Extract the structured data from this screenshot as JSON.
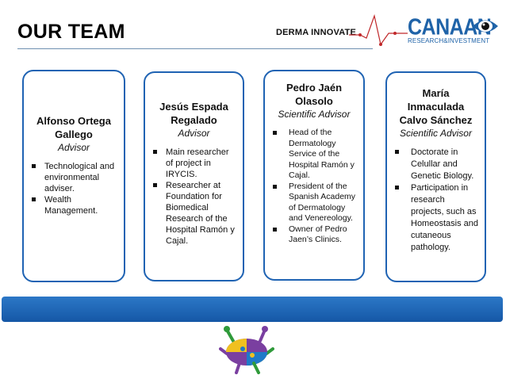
{
  "header": {
    "title": "OUR TEAM",
    "derma_logo_text": "DERMA INNOVATE",
    "canaan_logo_text": "CANAAN",
    "canaan_sub_text": "RESEARCH&INVESTMENT"
  },
  "members": [
    {
      "name": "Alfonso Ortega Gallego",
      "role": "Advisor",
      "bullets": [
        "Technological and environmental adviser.",
        "Wealth Management."
      ]
    },
    {
      "name": "Jesús Espada Regalado",
      "role": "Advisor",
      "bullets": [
        "Main researcher of project in IRYCIS.",
        "Researcher at Foundation for Biomedical Research of the Hospital Ramón y Cajal."
      ]
    },
    {
      "name": "Pedro Jaén Olasolo",
      "role": "Scientific  Advisor",
      "bullets": [
        "Head of the Dermatology Service of the Hospital Ramón y Cajal.",
        "President of the Spanish Academy of Dermatology and Venereology.",
        "Owner of Pedro Jaen’s Clinics."
      ]
    },
    {
      "name": "María Inmaculada Calvo Sánchez",
      "role": "Scientific  Advisor",
      "bullets": [
        "Doctorate in Celullar and Genetic Biology.",
        "Participation in research projects, such as Homeostasis and cutaneous pathology."
      ]
    }
  ],
  "colors": {
    "card_border": "#1f63b3",
    "band": "#1f66b5",
    "logo_blue": "#1f63a8",
    "pulse_red": "#c0282a"
  },
  "icons": [
    "eye-icon",
    "pulse-line-icon",
    "puzzle-figure-icon"
  ]
}
